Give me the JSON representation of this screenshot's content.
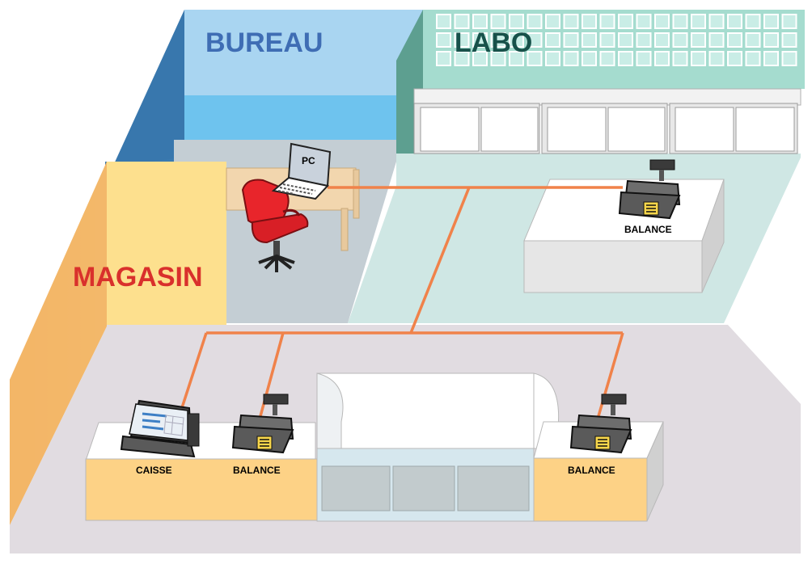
{
  "zones": {
    "bureau": {
      "label": "BUREAU",
      "color": "#3f6db4"
    },
    "labo": {
      "label": "LABO",
      "color": "#17514a"
    },
    "magasin": {
      "label": "MAGASIN",
      "color": "#d9302c"
    }
  },
  "devices": {
    "pc": {
      "label": "PC",
      "icon": "laptop-icon"
    },
    "caisse": {
      "label": "CAISSE",
      "icon": "pos-terminal-icon"
    },
    "balance_labo": {
      "label": "BALANCE",
      "icon": "scale-icon"
    },
    "balance_magasin_1": {
      "label": "BALANCE",
      "icon": "scale-icon"
    },
    "balance_magasin_2": {
      "label": "BALANCE",
      "icon": "scale-icon"
    }
  },
  "network_color": "#f0824a"
}
